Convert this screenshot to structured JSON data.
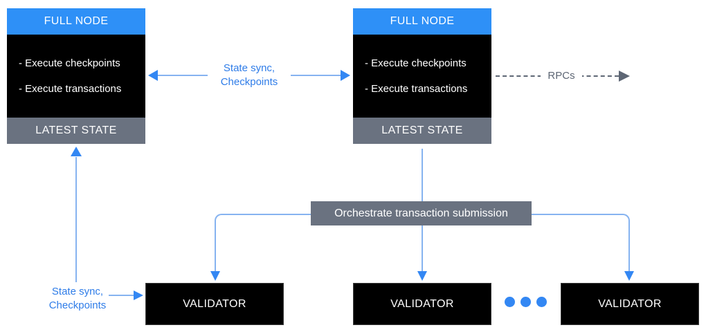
{
  "colors": {
    "node_header_blue": "#2e90f7",
    "node_body_black": "#000000",
    "state_bar_gray": "#6a7280",
    "orchestrator_gray": "#6a7280",
    "connector_light_blue": "#86b3f0",
    "arrow_blue": "#3387f3",
    "label_blue": "#2e7ce8",
    "rpc_gray": "#5d6674",
    "validator_black": "#000000"
  },
  "full_node_left": {
    "title": "FULL NODE",
    "items": [
      "- Execute checkpoints",
      "- Execute transactions"
    ],
    "footer": "LATEST STATE"
  },
  "full_node_right": {
    "title": "FULL NODE",
    "items": [
      "- Execute checkpoints",
      "- Execute transactions"
    ],
    "footer": "LATEST STATE"
  },
  "labels": {
    "state_sync_top": {
      "line1": "State sync,",
      "line2": "Checkpoints"
    },
    "state_sync_bottom": {
      "line1": "State sync,",
      "line2": "Checkpoints"
    },
    "rpcs": "RPCs",
    "orchestrator": "Orchestrate transaction submission"
  },
  "validators": [
    {
      "label": "VALIDATOR"
    },
    {
      "label": "VALIDATOR"
    },
    {
      "label": "VALIDATOR"
    }
  ]
}
